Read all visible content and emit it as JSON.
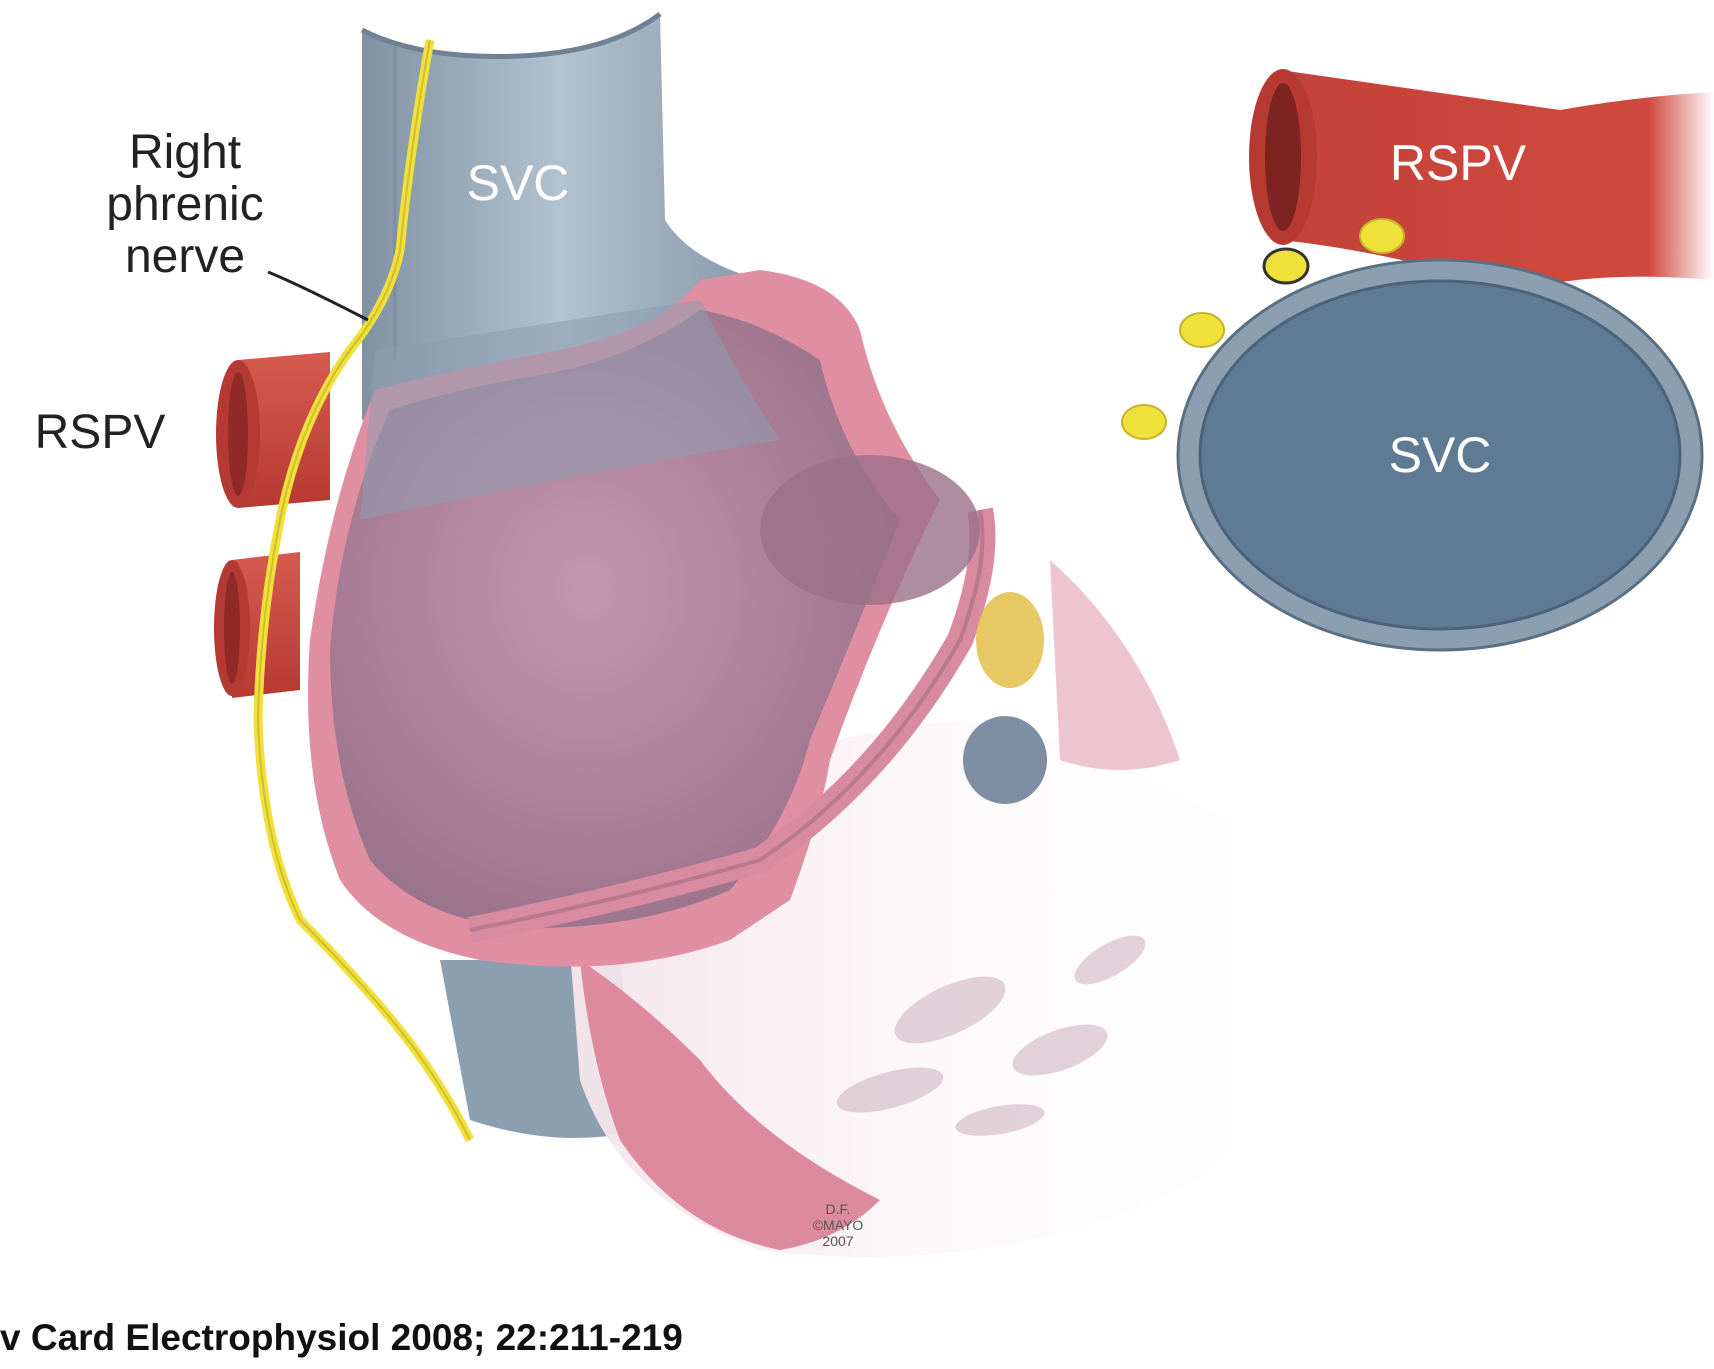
{
  "labels": {
    "phrenic_line1": "Right",
    "phrenic_line2": "phrenic",
    "phrenic_line3": "nerve",
    "rspv_left": "RSPV",
    "svc_main": "SVC",
    "rspv_inset": "RSPV",
    "svc_inset": "SVC"
  },
  "signature": {
    "line1": "D.F.",
    "line2": "©MAYO",
    "line3": "2007"
  },
  "citation": "v Card Electrophysiol 2008; 22:211-219",
  "colors": {
    "svc_blue": "#8c9fb0",
    "svc_inset": "#5f7a93",
    "vein_red": "#c9453c",
    "atrium_pink": "#de8a9e",
    "nerve_yellow": "#f1e03a",
    "fat_yellow": "#e8d23b",
    "cavity_mauve": "#a77c93"
  }
}
